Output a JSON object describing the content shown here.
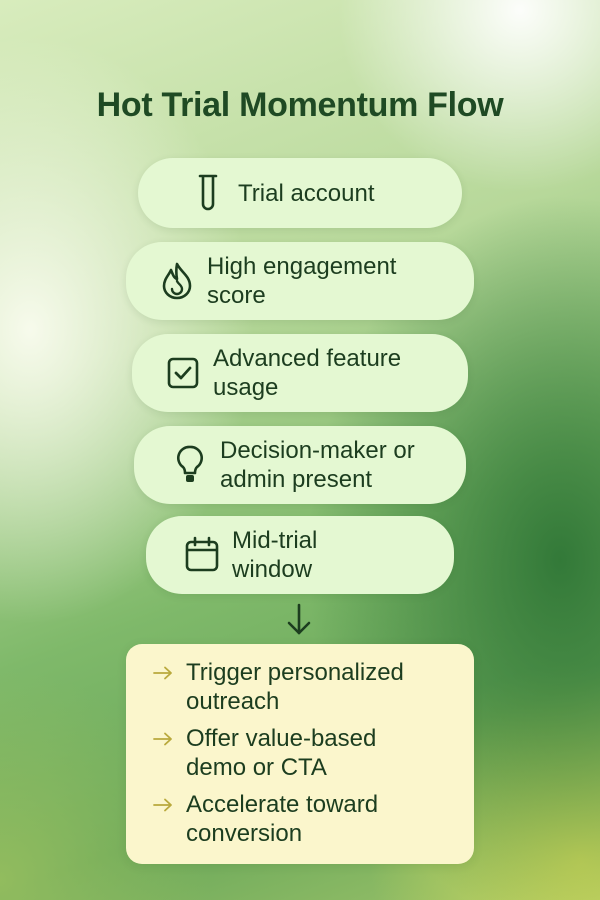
{
  "title": "Hot Trial Momentum Flow",
  "steps": [
    {
      "label": "Trial account",
      "icon": "test-tube-icon"
    },
    {
      "label": "High engagement score",
      "icon": "flame-icon"
    },
    {
      "label": "Advanced feature usage",
      "icon": "checkbox-icon"
    },
    {
      "label": "Decision-maker or admin present",
      "icon": "lightbulb-icon"
    },
    {
      "label": "Mid-trial window",
      "icon": "calendar-icon"
    }
  ],
  "actions": [
    "Trigger personalized outreach",
    "Offer value-based demo or CTA",
    "Accelerate toward conversion"
  ],
  "colors": {
    "title": "#1f4a24",
    "pill_bg": "#e4f8d2",
    "action_bg": "#fbf6cc",
    "action_arrow": "#b9a93c",
    "icon_stroke": "#1c3d1f"
  }
}
